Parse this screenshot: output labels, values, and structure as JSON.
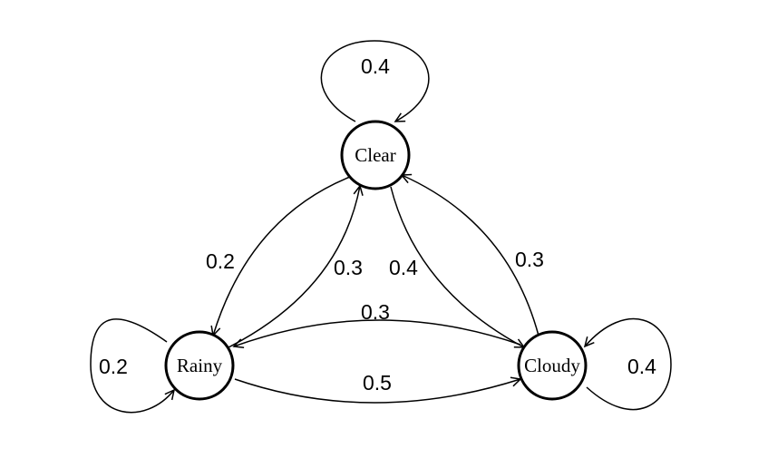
{
  "diagram": {
    "nodes": [
      {
        "id": "clear",
        "label": "Clear"
      },
      {
        "id": "rainy",
        "label": "Rainy"
      },
      {
        "id": "cloudy",
        "label": "Cloudy"
      }
    ],
    "edges": [
      {
        "from": "clear",
        "to": "clear",
        "label": "0.4"
      },
      {
        "from": "rainy",
        "to": "rainy",
        "label": "0.2"
      },
      {
        "from": "cloudy",
        "to": "cloudy",
        "label": "0.4"
      },
      {
        "from": "clear",
        "to": "rainy",
        "label": "0.2"
      },
      {
        "from": "rainy",
        "to": "clear",
        "label": "0.3"
      },
      {
        "from": "clear",
        "to": "cloudy",
        "label": "0.4"
      },
      {
        "from": "cloudy",
        "to": "clear",
        "label": "0.3"
      },
      {
        "from": "cloudy",
        "to": "rainy",
        "label": "0.3"
      },
      {
        "from": "rainy",
        "to": "cloudy",
        "label": "0.5"
      }
    ]
  }
}
